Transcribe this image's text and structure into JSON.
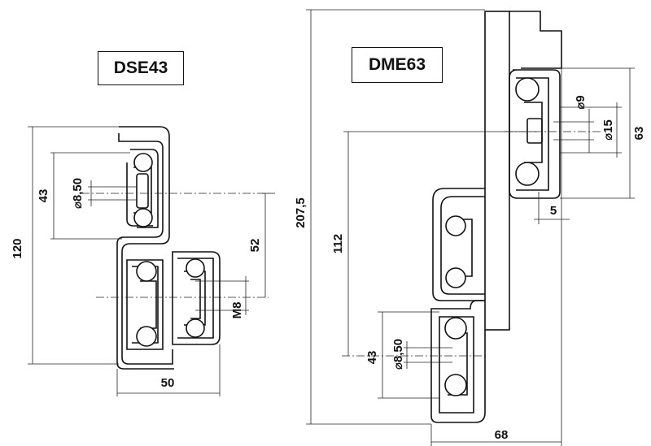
{
  "left_drawing": {
    "title": "DSE43",
    "dims": {
      "height_total": "120",
      "rail_height": "43",
      "hole_dia": "⌀8,50",
      "offset": "52",
      "thread": "M8",
      "width": "50"
    }
  },
  "right_drawing": {
    "title": "DME63",
    "dims": {
      "height_total": "207,5",
      "offset": "112",
      "rail_height": "43",
      "hole_dia": "⌀8,50",
      "top_rail_height": "63",
      "hole_small": "⌀9",
      "hole_large": "⌀15",
      "thickness": "5",
      "width": "68"
    }
  }
}
